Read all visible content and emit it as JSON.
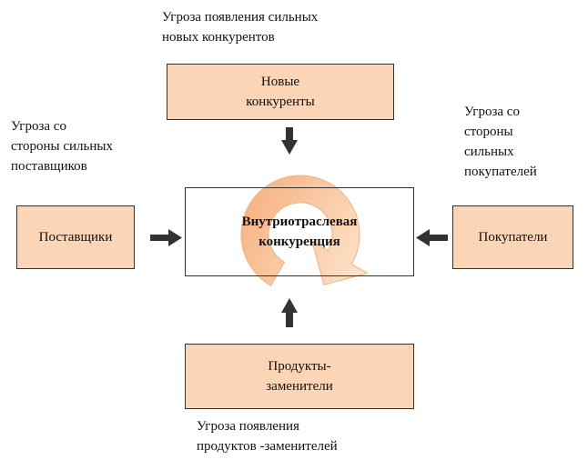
{
  "captions": {
    "new_entrants_threat": "Угроза появления сильных\nновых конкурентов",
    "suppliers_threat": "Угроза со\nстороны сильных\nпоставщиков",
    "buyers_threat": "Угроза со\nстороны\nсильных\nпокупателей",
    "substitutes_threat": "Угроза появления\nпродуктов -заменителей"
  },
  "boxes": {
    "new_entrants": "Новые\nконкуренты",
    "suppliers": "Поставщики",
    "buyers": "Покупатели",
    "substitutes": "Продукты-\nзаменители"
  },
  "center": {
    "label": "Внутриотраслевая\nконкуренция"
  },
  "colors": {
    "box_fill": "#fbd5b5",
    "cycle_arrow": "#f7b887",
    "arrow": "#333333"
  },
  "icons": {
    "cycle": "circular-arrow-icon",
    "arrows": "block-arrow-icon"
  }
}
